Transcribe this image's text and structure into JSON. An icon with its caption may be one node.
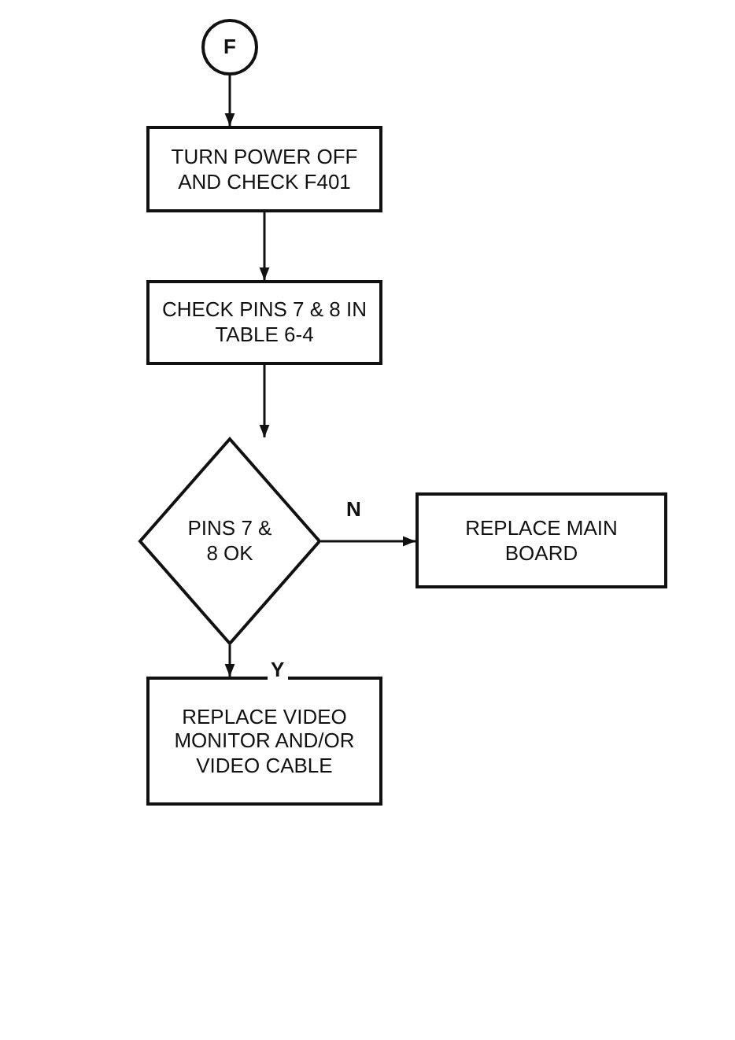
{
  "diagram": {
    "nodes": [
      {
        "text": [
          "F"
        ]
      },
      {
        "text": [
          "TURN POWER OFF AND CHECK F401"
        ]
      },
      {
        "text": [
          "CHECK PINS 7 & 8 IN TABLE 6-4"
        ]
      },
      {
        "text": [
          "PINS 7 & 8 OK"
        ]
      },
      {
        "text": [
          "REPLACE MAIN BOARD"
        ]
      },
      {
        "text": [
          "REPLACE VIDEO MONITOR AND/OR VIDEO CABLE"
        ]
      }
    ],
    "edges": [
      {
        "from": 0,
        "to": 1,
        "arrow": "to"
      },
      {
        "from": 1,
        "to": 2,
        "arrow": "to"
      },
      {
        "from": 2,
        "to": 3,
        "arrow": "to"
      },
      {
        "from": 3,
        "to": 4,
        "arrow": "to",
        "label": "N"
      },
      {
        "from": 3,
        "to": 5,
        "arrow": "to",
        "label": "Y"
      }
    ]
  }
}
